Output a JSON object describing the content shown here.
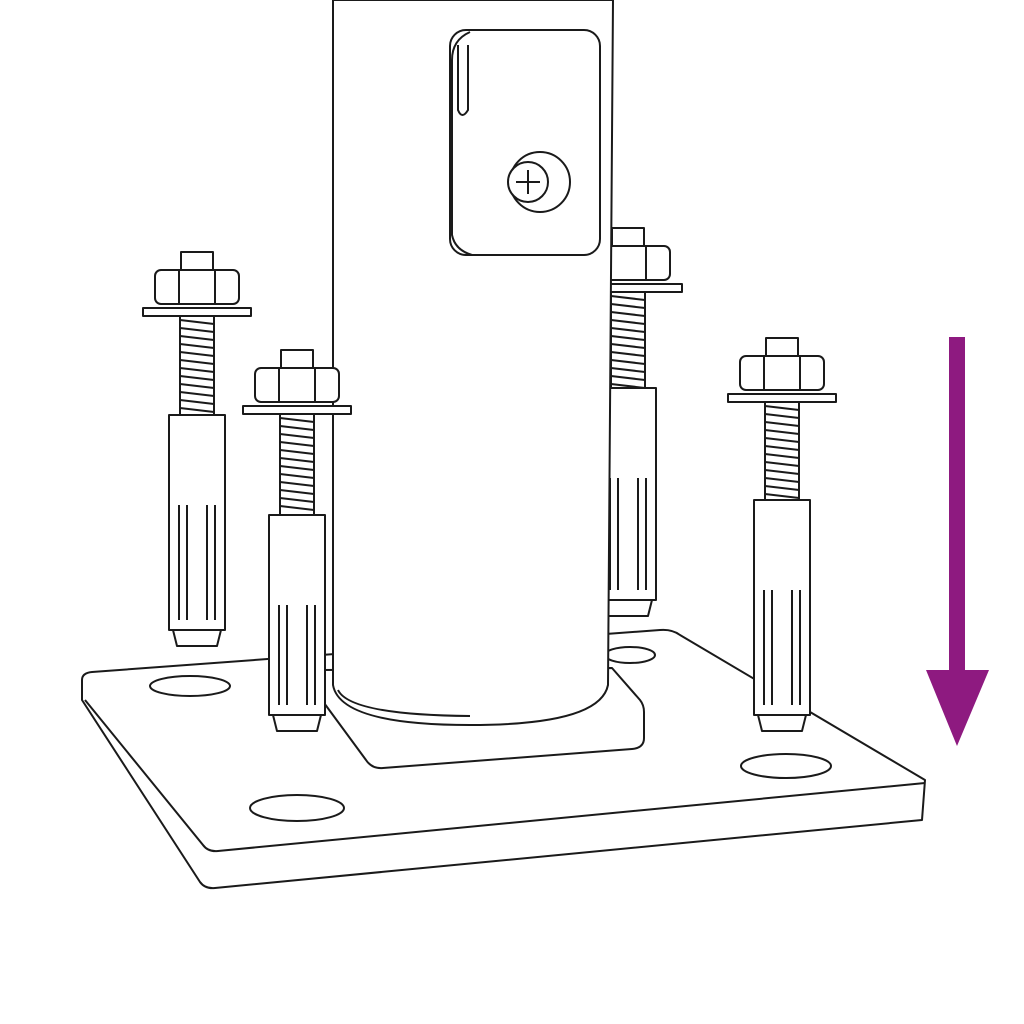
{
  "diagram": {
    "subject": "post-anchor-base-plate-with-expansion-bolts",
    "colors": {
      "line": "#1a1a1a",
      "background": "#ffffff",
      "arrow": "#8e1a80"
    },
    "arrow_direction": "down",
    "bolt_count": 4,
    "plate_hole_count": 4,
    "icons": [
      "down-arrow-icon",
      "phillips-screw-icon"
    ]
  }
}
